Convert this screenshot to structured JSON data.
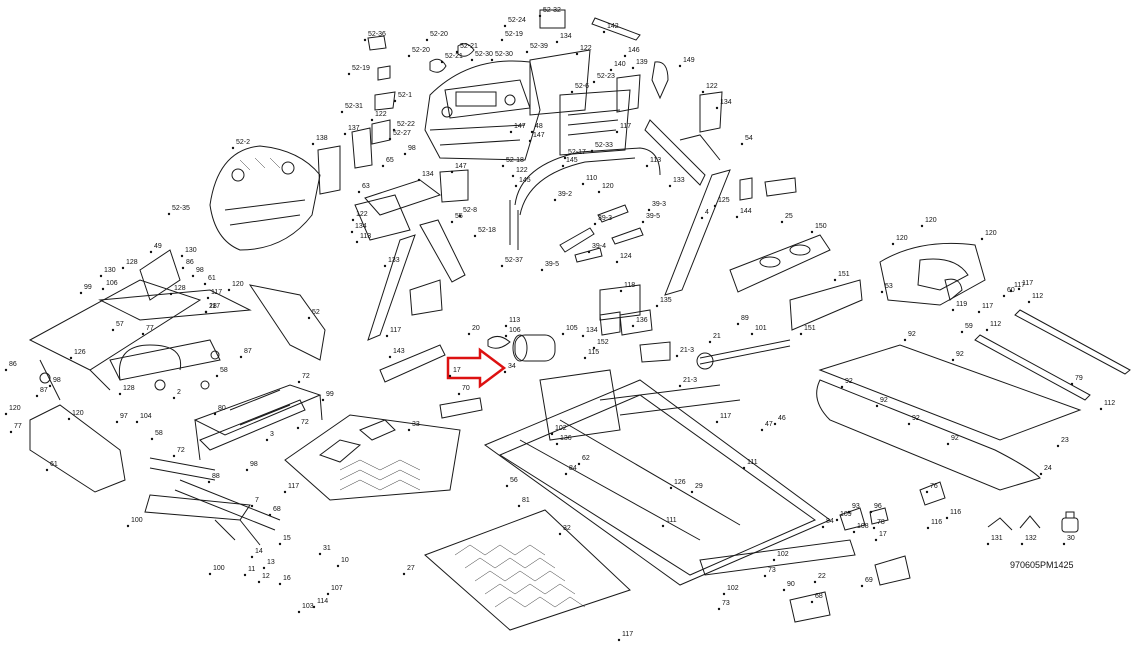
{
  "diagram": {
    "code": "970605PM1425",
    "callouts": {
      "c1": "52-36",
      "c2": "52-20",
      "c3": "52-21",
      "c4": "52-20",
      "c5": "52-24",
      "c6": "52-32",
      "c7": "142",
      "c8": "52-19",
      "c9": "52-21",
      "c10": "52-30",
      "c11": "52-19",
      "c12": "52-30",
      "c13": "52-39",
      "c14": "134",
      "c15": "122",
      "c16": "146",
      "c17": "52-23",
      "c18": "149",
      "c19": "52-1",
      "c20": "52-6",
      "c21": "140",
      "c22": "139",
      "c23": "52-31",
      "c24": "122",
      "c25": "52-22",
      "c26": "52-27",
      "c27": "147",
      "c28": "48",
      "c29": "147",
      "c30": "52-17",
      "c31": "145",
      "c32": "52-33",
      "c33": "117",
      "c34": "122",
      "c35": "134",
      "c36": "54",
      "c37": "137",
      "c38": "98",
      "c39": "138",
      "c40": "52-2",
      "c41": "65",
      "c42": "134",
      "c43": "147",
      "c44": "52-18",
      "c45": "122",
      "c46": "145",
      "c47": "110",
      "c48": "120",
      "c49": "113",
      "c50": "133",
      "c51": "125",
      "c52": "4",
      "c53": "63",
      "c54": "122",
      "c55": "134",
      "c56": "52-35",
      "c57": "52-8",
      "c58": "55",
      "c59": "39-2",
      "c60": "39-3",
      "c61": "39-5",
      "c62": "39-3",
      "c63": "39-4",
      "c64": "124",
      "c65": "144",
      "c66": "25",
      "c67": "113",
      "c68": "133",
      "c69": "52-18",
      "c70": "52-37",
      "c71": "39-5",
      "c72": "120",
      "c73": "150",
      "c74": "120",
      "c75": "120",
      "c76": "49",
      "c77": "130",
      "c78": "128",
      "c79": "86",
      "c80": "98",
      "c81": "61",
      "c82": "117",
      "c83": "120",
      "c84": "52",
      "c85": "130",
      "c86": "106",
      "c87": "99",
      "c88": "128",
      "c89": "117",
      "c90": "28",
      "c91": "57",
      "c92": "77",
      "c93": "126",
      "c94": "87",
      "c95": "58",
      "c96": "86",
      "c97": "87",
      "c98": "98",
      "c99": "128",
      "c100": "2",
      "c101": "104",
      "c102": "58",
      "c103": "97",
      "c104": "120",
      "c105": "61",
      "c106": "120",
      "c107": "77",
      "c108": "53",
      "c109": "119",
      "c110": "117",
      "c111": "112",
      "c112": "117",
      "c113": "113",
      "c114": "106",
      "c115": "105",
      "c116": "134",
      "c117": "152",
      "c118": "115",
      "c119": "117",
      "c120": "143",
      "c121": "20",
      "c122": "34",
      "c123": "17",
      "c124": "70",
      "c125": "118",
      "c126": "135",
      "c127": "136",
      "c128": "89",
      "c129": "101",
      "c130": "151",
      "c131": "151",
      "c132": "21",
      "c133": "21-3",
      "c134": "21-3",
      "c135": "92",
      "c136": "92",
      "c137": "92",
      "c138": "92",
      "c139": "92",
      "c140": "92",
      "c141": "23",
      "c142": "24",
      "c143": "117",
      "c144": "112",
      "c145": "79",
      "c146": "112",
      "c147": "80",
      "c148": "72",
      "c149": "99",
      "c150": "3",
      "c151": "72",
      "c152": "72",
      "c153": "98",
      "c154": "33",
      "c155": "117",
      "c156": "88",
      "c157": "100",
      "c158": "7",
      "c159": "68",
      "c160": "15",
      "c161": "31",
      "c162": "14",
      "c163": "10",
      "c164": "11",
      "c165": "12",
      "c166": "16",
      "c167": "13",
      "c168": "107",
      "c169": "103",
      "c170": "114",
      "c171": "100",
      "c172": "27",
      "c173": "32",
      "c174": "117",
      "c175": "81",
      "c176": "56",
      "c177": "126",
      "c178": "29",
      "c179": "102",
      "c180": "136",
      "c181": "84",
      "c182": "62",
      "c183": "96",
      "c184": "93",
      "c185": "109",
      "c186": "108",
      "c187": "78",
      "c188": "17",
      "c189": "84",
      "c190": "102",
      "c191": "73",
      "c192": "90",
      "c193": "22",
      "c194": "102",
      "c195": "73",
      "c196": "68",
      "c197": "69",
      "c198": "131",
      "c199": "132",
      "c200": "30",
      "c201": "76",
      "c202": "116",
      "c203": "116",
      "c204": "46",
      "c205": "47",
      "c206": "111",
      "c207": "111",
      "c208": "117",
      "c209": "60",
      "c210": "59",
      "c211": "112"
    }
  }
}
